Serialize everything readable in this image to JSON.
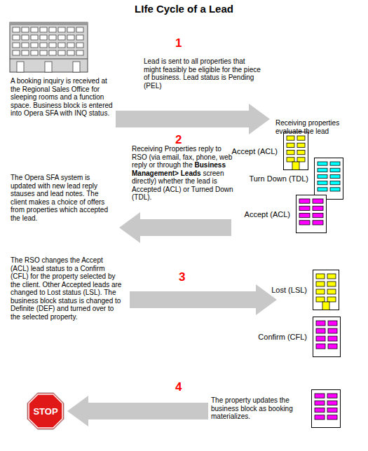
{
  "diagram": {
    "title": "LIfe Cycle of a Lead",
    "nodes": [
      {
        "text": [
          "Accept (ACL)"
        ]
      },
      {
        "text": [
          "Turn Down (TDL)"
        ]
      },
      {
        "text": [
          "Accept (ACL)"
        ]
      },
      {
        "text": [
          "Lost (LSL)"
        ]
      },
      {
        "text": [
          "Confirm (CFL)"
        ]
      },
      {
        "text": [
          "The property updates the business block as booking materializes."
        ]
      },
      {
        "text": [
          "STOP"
        ]
      }
    ],
    "edges": [
      {
        "from": 5,
        "to": 6,
        "arrow": "to"
      }
    ],
    "labels": [
      "1",
      "Lead is sent to all properties that might feasibly be eligible for the piece of business. Lead status is Pending (PEL)",
      "A booking inquiry is received at the Regional Sales Office for sleeping rooms and a function space. Business block is entered into Opera SFA with INQ status.",
      "Receiving properties evaluate the lead",
      "2",
      "Receiving Properties reply to RSO (via email, fax, phone, web reply or through the",
      "Business Management> Leads",
      "screen directly) whether the lead is Accepted (ACL) or Turned Down (TDL).",
      "The Opera SFA system is updated with new lead reply stauses and lead notes. The client makes a choice of offers from properties which accepted the lead.",
      "3",
      "The RSO changes the Accept (ACL) lead status to a Confirm (CFL) for the property selected by the client. Other Accepted leads are changed to Lost status (LSL). The business block status is changed to Definite (DEF) and turned over to the selected property.",
      "4"
    ]
  }
}
